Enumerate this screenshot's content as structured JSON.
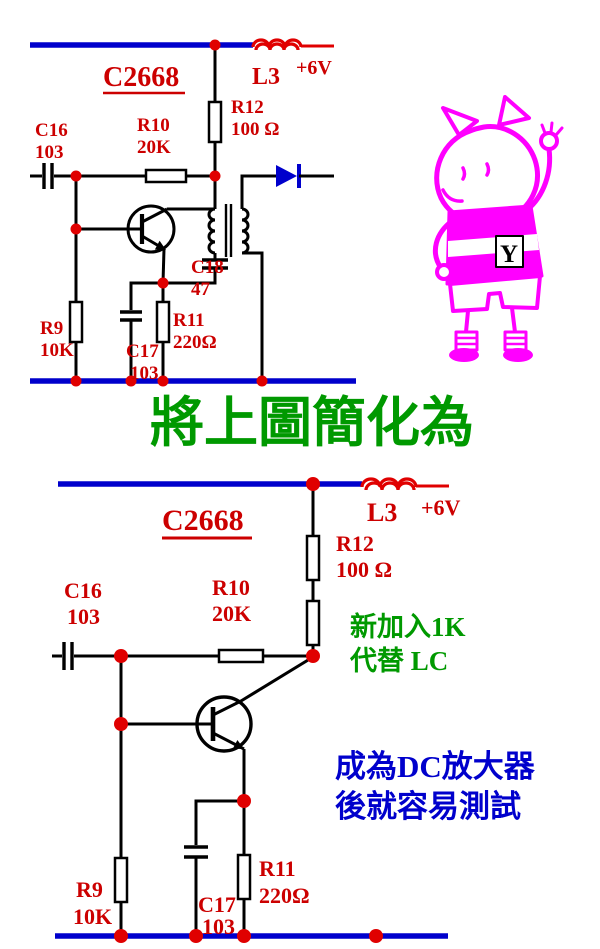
{
  "title": {
    "text": "將上圖簡化為"
  },
  "colors": {
    "rail_blue": "#0000cc",
    "component_red": "#cc0000",
    "junction_red": "#e00000",
    "annotation_green": "#009900",
    "annotation_blue": "#0000cc",
    "mascot_magenta": "#ff00ff",
    "wire_black": "#000000"
  },
  "top_circuit": {
    "transistor_part": "C2668",
    "inductor": {
      "name": "L3"
    },
    "supply": "+6V",
    "r12": {
      "name": "R12",
      "value": "100 Ω"
    },
    "c16": {
      "name": "C16",
      "value": "103"
    },
    "r10": {
      "name": "R10",
      "value": "20K"
    },
    "c18": {
      "name": "C18",
      "value": "47"
    },
    "r9": {
      "name": "R9",
      "value": "10K"
    },
    "c17": {
      "name": "C17",
      "value": "103"
    },
    "r11": {
      "name": "R11",
      "value": "220Ω"
    }
  },
  "mascot": {
    "shirt_letter": "Y"
  },
  "bottom_circuit": {
    "transistor_part": "C2668",
    "inductor": {
      "name": "L3"
    },
    "supply": "+6V",
    "r12": {
      "name": "R12",
      "value": "100 Ω"
    },
    "c16": {
      "name": "C16",
      "value": "103"
    },
    "r10": {
      "name": "R10",
      "value": "20K"
    },
    "r9": {
      "name": "R9",
      "value": "10K"
    },
    "c17": {
      "name": "C17",
      "value": "103"
    },
    "r11": {
      "name": "R11",
      "value": "220Ω"
    },
    "note_green": {
      "line1": "新加入1K",
      "line2": "代替 LC"
    },
    "note_blue": {
      "line1": "成為DC放大器",
      "line2": "後就容易測試"
    }
  }
}
